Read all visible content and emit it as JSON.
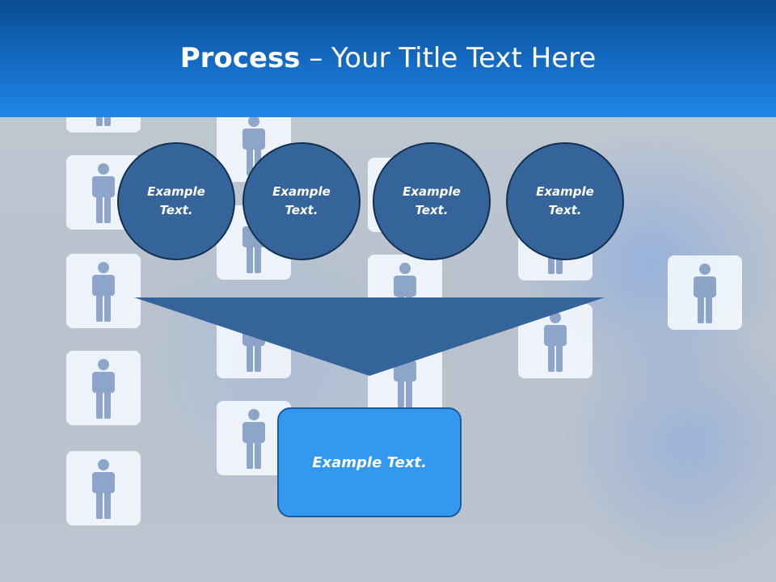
{
  "header": {
    "title_bold": "Process",
    "title_rest": " – Your Title Text Here"
  },
  "process": {
    "steps": [
      {
        "label": "Example Text."
      },
      {
        "label": "Example Text."
      },
      {
        "label": "Example Text."
      },
      {
        "label": "Example Text."
      }
    ],
    "result_label": "Example Text."
  },
  "theme": {
    "header_color": "#1f86e6",
    "circle_color": "#35649a",
    "funnel_color": "#35649a",
    "result_color": "#3498ee",
    "tile_icon": "person-icon"
  }
}
